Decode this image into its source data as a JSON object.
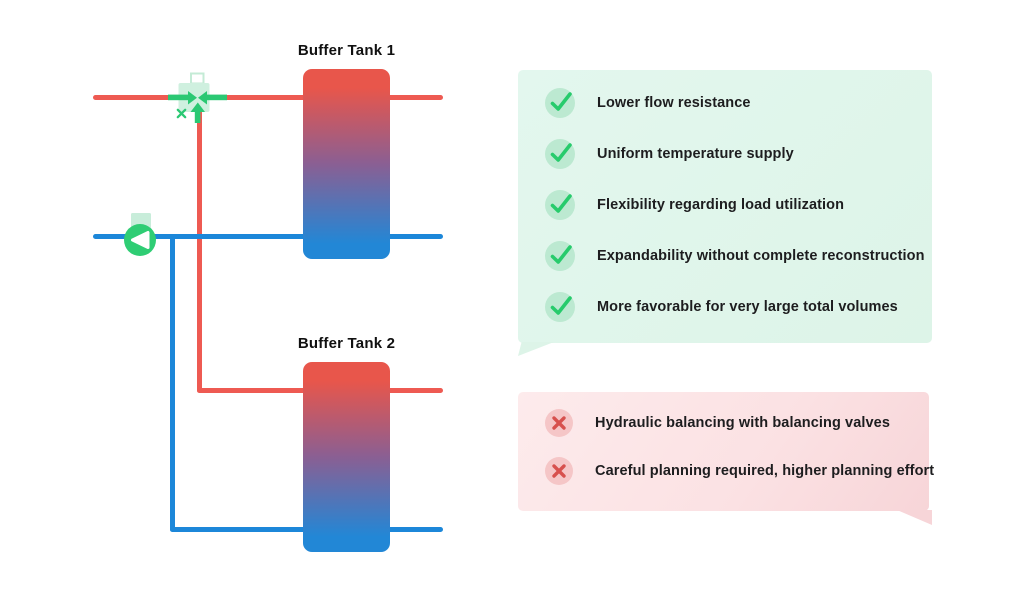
{
  "diagram": {
    "tank1": {
      "label": "Buffer Tank 1"
    },
    "tank2": {
      "label": "Buffer Tank 2"
    },
    "pipes": {
      "supply_color": "#EE5A52",
      "return_color": "#1C87D9"
    },
    "equipment": {
      "valve_icon": "mixing-valve-icon",
      "pump_icon": "pump-icon",
      "accent_color": "#2ECC71"
    }
  },
  "advantages": {
    "icon": "check-icon",
    "background": "#DDF4E8",
    "icon_circle_color": "#BCE9D1",
    "icon_mark_color": "#27CB6C",
    "items": [
      "Lower flow resistance",
      "Uniform temperature supply",
      "Flexibility regarding load utilization",
      "Expandability without complete reconstruction",
      "More favorable for very large total volumes"
    ]
  },
  "disadvantages": {
    "icon": "cross-icon",
    "background": "#FBE1E3",
    "icon_circle_color": "#F5C6C7",
    "icon_mark_color": "#D7504D",
    "items": [
      "Hydraulic balancing with balancing valves",
      "Careful planning required, higher planning effort"
    ]
  }
}
